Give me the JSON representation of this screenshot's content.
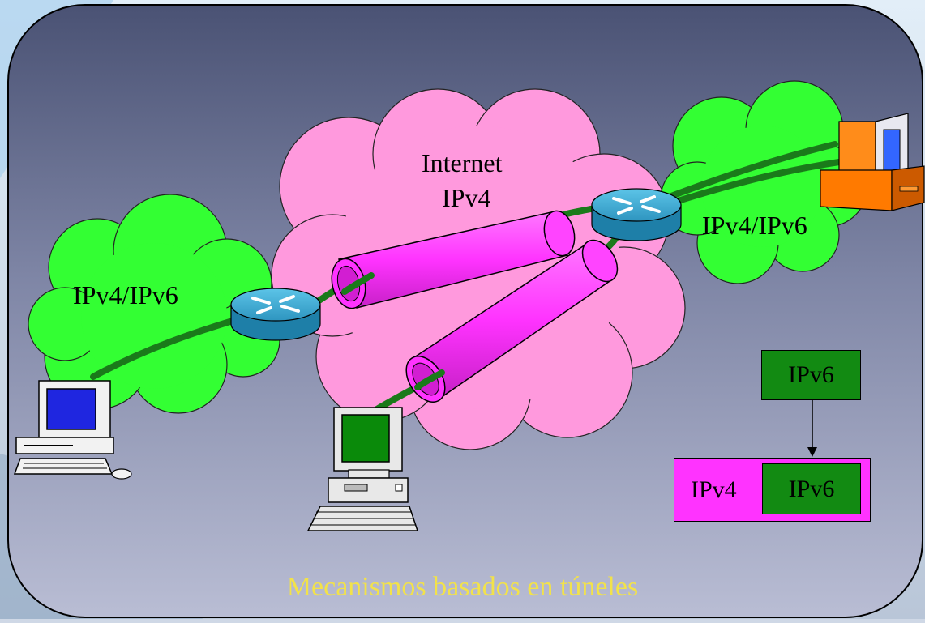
{
  "clouds": {
    "internet_label_line1": "Internet",
    "internet_label_line2": "IPv4",
    "left_label": "IPv4/IPv6",
    "right_label": "IPv4/IPv6"
  },
  "encapsulation": {
    "ipv6_packet_label": "IPv6",
    "outer_label": "IPv4",
    "inner_label": "IPv6"
  },
  "caption": "Mecanismos basados en túneles",
  "colors": {
    "internet_cloud": "#ff99dd",
    "edge_clouds": "#33ff33",
    "tunnel": "#ff33ff",
    "link": "#1a7a1a",
    "router": "#2aa0c8",
    "ipv6_box": "#128a12",
    "ipv4_box": "#ff33ff",
    "caption": "#f2e24a"
  },
  "icons": [
    "router-icon",
    "desktop-computer-icon",
    "workstation-computer-icon",
    "orange-computer-icon",
    "tunnel-icon",
    "cloud-icon",
    "arrow-icon"
  ]
}
